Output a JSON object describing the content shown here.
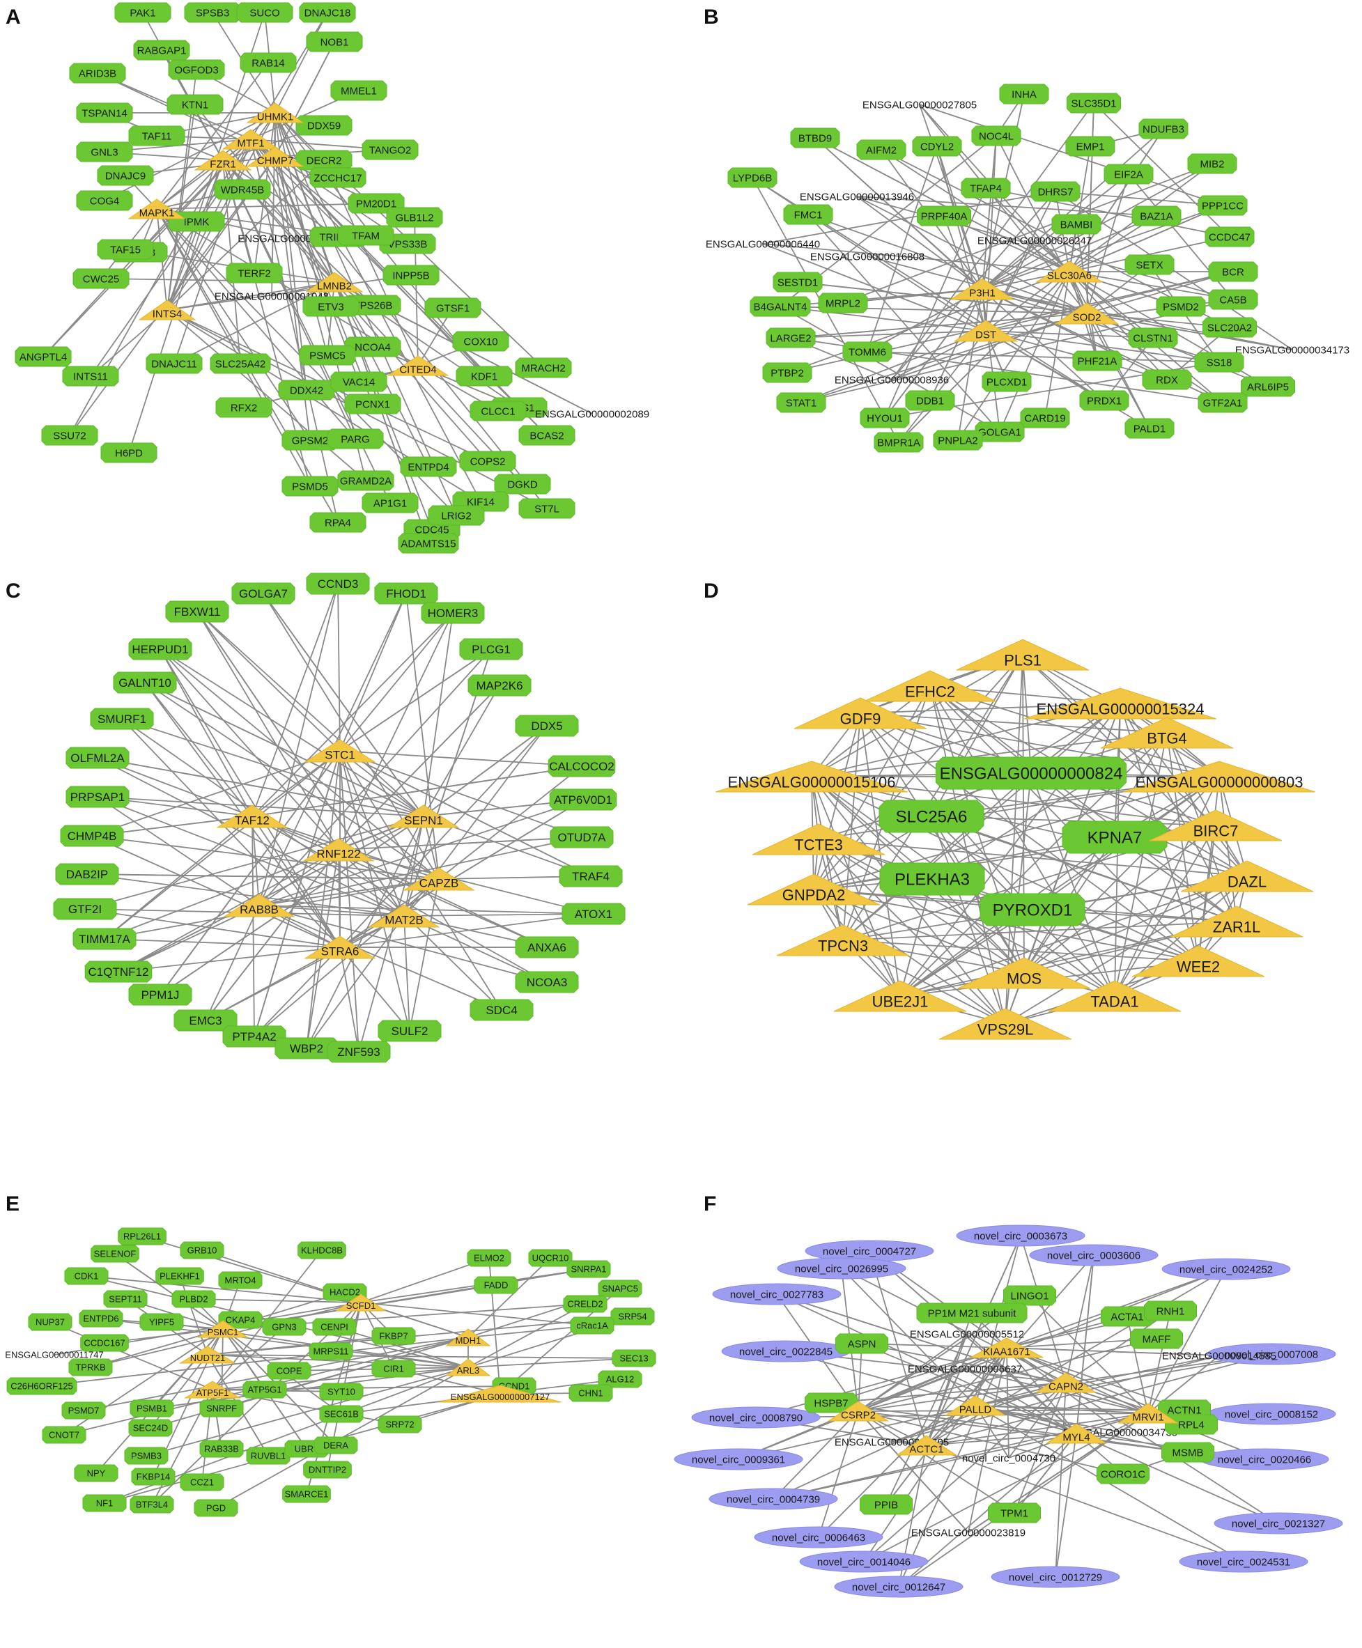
{
  "colors": {
    "gene_green": "#6cc832",
    "hub_yellow": "#f2c744",
    "circ_purple": "#9c9cf0",
    "edge_gray": "#8a8a8a"
  },
  "panels": [
    {
      "label": "A",
      "hubs": [
        "UHMK1",
        "MTF1",
        "FZR1",
        "CHMP7",
        "MAPK1",
        "LMNB2",
        "INTS4",
        "CITED4"
      ],
      "genes": [
        "PAK1",
        "SPSB3",
        "SUCO",
        "DNAJC18",
        "RABGAP1",
        "RAB14",
        "NOB1",
        "ARID3B",
        "OGFOD3",
        "MMEL1",
        "TSPAN14",
        "KTN1",
        "DDX59",
        "TAF11",
        "GNL3",
        "DECR2",
        "TANGO2",
        "DNAJC9",
        "WDR45B",
        "COG4",
        "ZCCHC17",
        "PM20D1",
        "GLB1L2",
        "IPMK",
        "ENSGALG000000027",
        "TRIM41",
        "VPS33B",
        "STK38",
        "TFAM",
        "TAF15",
        "TERF2",
        "INPP5B",
        "VPS26B",
        "CWC25",
        "ENSGALG00000001948",
        "ETV3",
        "GTSF1",
        "COX10",
        "NCOA4",
        "KDF1",
        "ANGPTL4",
        "PSMC5",
        "LZTS1",
        "INTS11",
        "DNAJC11",
        "SLC25A42",
        "MRACH2",
        "DDX42",
        "VAC14",
        "RFX2",
        "CLCC1",
        "BCAS2",
        "SSU72",
        "H6PD",
        "GPSM2",
        "PARG",
        "PCNX1",
        "ENSGALG00000002089",
        "COPS2",
        "DGKD",
        "PSMD5",
        "GRAMD2A",
        "ENTPD4",
        "KIF14",
        "ST7L",
        "AP1G1",
        "RPA4",
        "CDC45",
        "LRIG2",
        "ADAMTS15"
      ]
    },
    {
      "label": "B",
      "hubs": [
        "SLC30A6",
        "P3H1",
        "SOD2",
        "DST"
      ],
      "genes": [
        "INHA",
        "SLC35D1",
        "ENSGALG00000027805",
        "NDUFB3",
        "BTBD9",
        "AIFM2",
        "CDYL2",
        "NOC4L",
        "EMP1",
        "MIB2",
        "EIF2A",
        "LYPD6B",
        "TFAP4",
        "DHRS7",
        "ENSGALG00000013946",
        "PPP1CC",
        "FMC1",
        "PRPF40A",
        "BAMBI",
        "BAZ1A",
        "CCDC47",
        "ENSGALG00000026247",
        "ENSGALG00000006440",
        "ENSGALG00000016808",
        "SETX",
        "SESTD1",
        "BCR",
        "MRPL2",
        "B4GALNT4",
        "PSMD2",
        "CA5B",
        "LARGE2",
        "CLSTN1",
        "SLC20A2",
        "TOMM6",
        "ENSGALG00000034173",
        "PTBP2",
        "PHF21A",
        "ENSGALG00000008936",
        "RDX",
        "SS18",
        "ARL6IP5",
        "PLCXD1",
        "STAT1",
        "DDB1",
        "PRDX1",
        "GTF2A1",
        "HYOU1",
        "CARD19",
        "GOLGA1",
        "PALD1",
        "BMPR1A",
        "PNPLA2"
      ]
    },
    {
      "label": "C",
      "hubs": [
        "STC1",
        "TAF12",
        "SEPN1",
        "RNF122",
        "CAPZB",
        "RAB8B",
        "MAT2B",
        "STRA6"
      ],
      "genes": [
        "CCND3",
        "GOLGA7",
        "FHOD1",
        "FBXW11",
        "HOMER3",
        "HERPUD1",
        "PLCG1",
        "GALNT10",
        "MAP2K6",
        "SMURF1",
        "DDX5",
        "OLFML2A",
        "CALCOCO2",
        "PRPSAP1",
        "ATP6V0D1",
        "CHMP4B",
        "OTUD7A",
        "DAB2IP",
        "TRAF4",
        "GTF2I",
        "ATOX1",
        "TIMM17A",
        "ANXA6",
        "C1QTNF12",
        "NCOA3",
        "PPM1J",
        "EMC3",
        "SDC4",
        "PTP4A2",
        "SULF2",
        "WBP2",
        "ZNF593"
      ]
    },
    {
      "label": "D",
      "hubs": [
        "PLS1",
        "EFHC2",
        "GDF9",
        "ENSGALG00000015324",
        "BTG4",
        "ENSGALG00000015106",
        "ENSGALG00000000803",
        "BIRC7",
        "TCTE3",
        "DAZL",
        "GNPDA2",
        "ZAR1L",
        "TPCN3",
        "WEE2",
        "MOS",
        "UBE2J1",
        "TADA1",
        "VPS29L"
      ],
      "genes": [
        "ENSGALG00000000824",
        "SLC25A6",
        "KPNA7",
        "PLEKHA3",
        "PYROXD1"
      ]
    },
    {
      "label": "E",
      "hubs": [
        "SCFD1",
        "PSMC1",
        "NUDT21",
        "ATP5F1",
        "MDH1",
        "ARL3",
        "ENSGALG00000007127"
      ],
      "genes": [
        "RPL26L1",
        "GRB10",
        "SELENOF",
        "KLHDC8B",
        "CDK1",
        "PLEKHF1",
        "MRTO4",
        "HACD2",
        "SEPT11",
        "PLBD2",
        "ENTPD6",
        "YIPF5",
        "CKAP4",
        "NUP37",
        "GPN3",
        "CENPI",
        "FKBP7",
        "CCDC167",
        "MRPS11",
        "ENSGALG00000011747",
        "TPRKB",
        "COPE",
        "CIR1",
        "C26H6ORF125",
        "ATP5G1",
        "SYT10",
        "PSMD7",
        "PSMB1",
        "SNRPF",
        "SEC61B",
        "SRP72",
        "SEC24D",
        "CNOT7",
        "PSMB3",
        "RAB33B",
        "RUVBL1",
        "UBR7",
        "DERA",
        "NPY",
        "DNTTIP2",
        "FKBP14",
        "CCZ1",
        "SMARCE1",
        "NF1",
        "BTF3L4",
        "PGD",
        "ELMO2",
        "UQCR10",
        "SNRPA1",
        "FADD",
        "SNAPC5",
        "CRELD2",
        "SRP54",
        "cRac1A",
        "SEC13",
        "ALG12",
        "CCND1",
        "CHN1"
      ]
    },
    {
      "label": "F",
      "hubs": [
        "KIAA1671",
        "CAPN2",
        "CSRP2",
        "PALLD",
        "MRVI1",
        "ACTC1",
        "MYL4"
      ],
      "genes": [
        "LINGO1",
        "PP1M M21 subunit",
        "ACTA1",
        "RNH1",
        "ENSGALG00000005512",
        "MAFF",
        "ASPN",
        "ENSGALG00000014585",
        "ENSGALG00000006637",
        "HSPB7",
        "ACTN1",
        "ENSGALG00000034735",
        "RPL4",
        "ENSGALG00000026605",
        "MSMB",
        "novel_circ_0004730",
        "CORO1C",
        "PPIB",
        "TPM1",
        "ENSGALG00000023819"
      ],
      "circs": [
        "novel_circ_0003673",
        "novel_circ_0004727",
        "novel_circ_0003606",
        "novel_circ_0026995",
        "novel_circ_0024252",
        "novel_circ_0027783",
        "novel_circ_0022845",
        "novel_circ_0007008",
        "novel_circ_0008790",
        "novel_circ_0008152",
        "novel_circ_0009361",
        "novel_circ_0020466",
        "novel_circ_0004739",
        "novel_circ_0021327",
        "novel_circ_0006463",
        "novel_circ_0014046",
        "novel_circ_0024531",
        "novel_circ_0012647",
        "novel_circ_0012729"
      ]
    }
  ]
}
